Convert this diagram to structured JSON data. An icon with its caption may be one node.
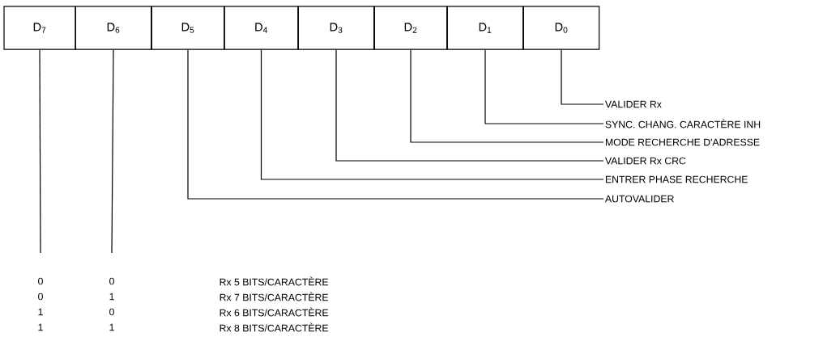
{
  "diagram": {
    "nodes": [
      {
        "text": [
          "D$_{7}$"
        ]
      },
      {
        "text": [
          "D$_{6}$"
        ]
      },
      {
        "text": [
          "D$_{5}$"
        ]
      },
      {
        "text": [
          "D$_{4}$"
        ]
      },
      {
        "text": [
          "D$_{3}$"
        ]
      },
      {
        "text": [
          "D$_{2}$"
        ]
      },
      {
        "text": [
          "D$_{1}$"
        ]
      },
      {
        "text": [
          "D$_{0}$"
        ]
      },
      {
        "text": [
          "VALIDER Rx"
        ]
      },
      {
        "text": [
          "SYNC. CHANG. CARACTÈRE INH"
        ]
      },
      {
        "text": [
          "MODE RECHERCHE D'ADRESSE"
        ]
      },
      {
        "text": [
          "VALIDER Rx CRC"
        ]
      },
      {
        "text": [
          "ENTRER PHASE RECHERCHE"
        ]
      },
      {
        "text": [
          "AUTOVALIDER"
        ]
      }
    ],
    "edges": [
      {
        "from": 7,
        "to": 8,
        "arrow": "none"
      },
      {
        "from": 6,
        "to": 9,
        "arrow": "none"
      },
      {
        "from": 5,
        "to": 10,
        "arrow": "none"
      },
      {
        "from": 4,
        "to": 11,
        "arrow": "none"
      },
      {
        "from": 3,
        "to": 12,
        "arrow": "none"
      },
      {
        "from": 2,
        "to": 13,
        "arrow": "none"
      },
      {
        "from": 0,
        "to": null,
        "arrow": "none"
      },
      {
        "from": 1,
        "to": null,
        "arrow": "none"
      }
    ],
    "labels": [
      "0",
      "0",
      "Rx 5 BITS/CARACTÈRE",
      "0",
      "1",
      "Rx 7 BITS/CARACTÈRE",
      "1",
      "0",
      "Rx 6 BITS/CARACTÈRE",
      "1",
      "1",
      "Rx 8 BITS/CARACTÈRE"
    ]
  }
}
